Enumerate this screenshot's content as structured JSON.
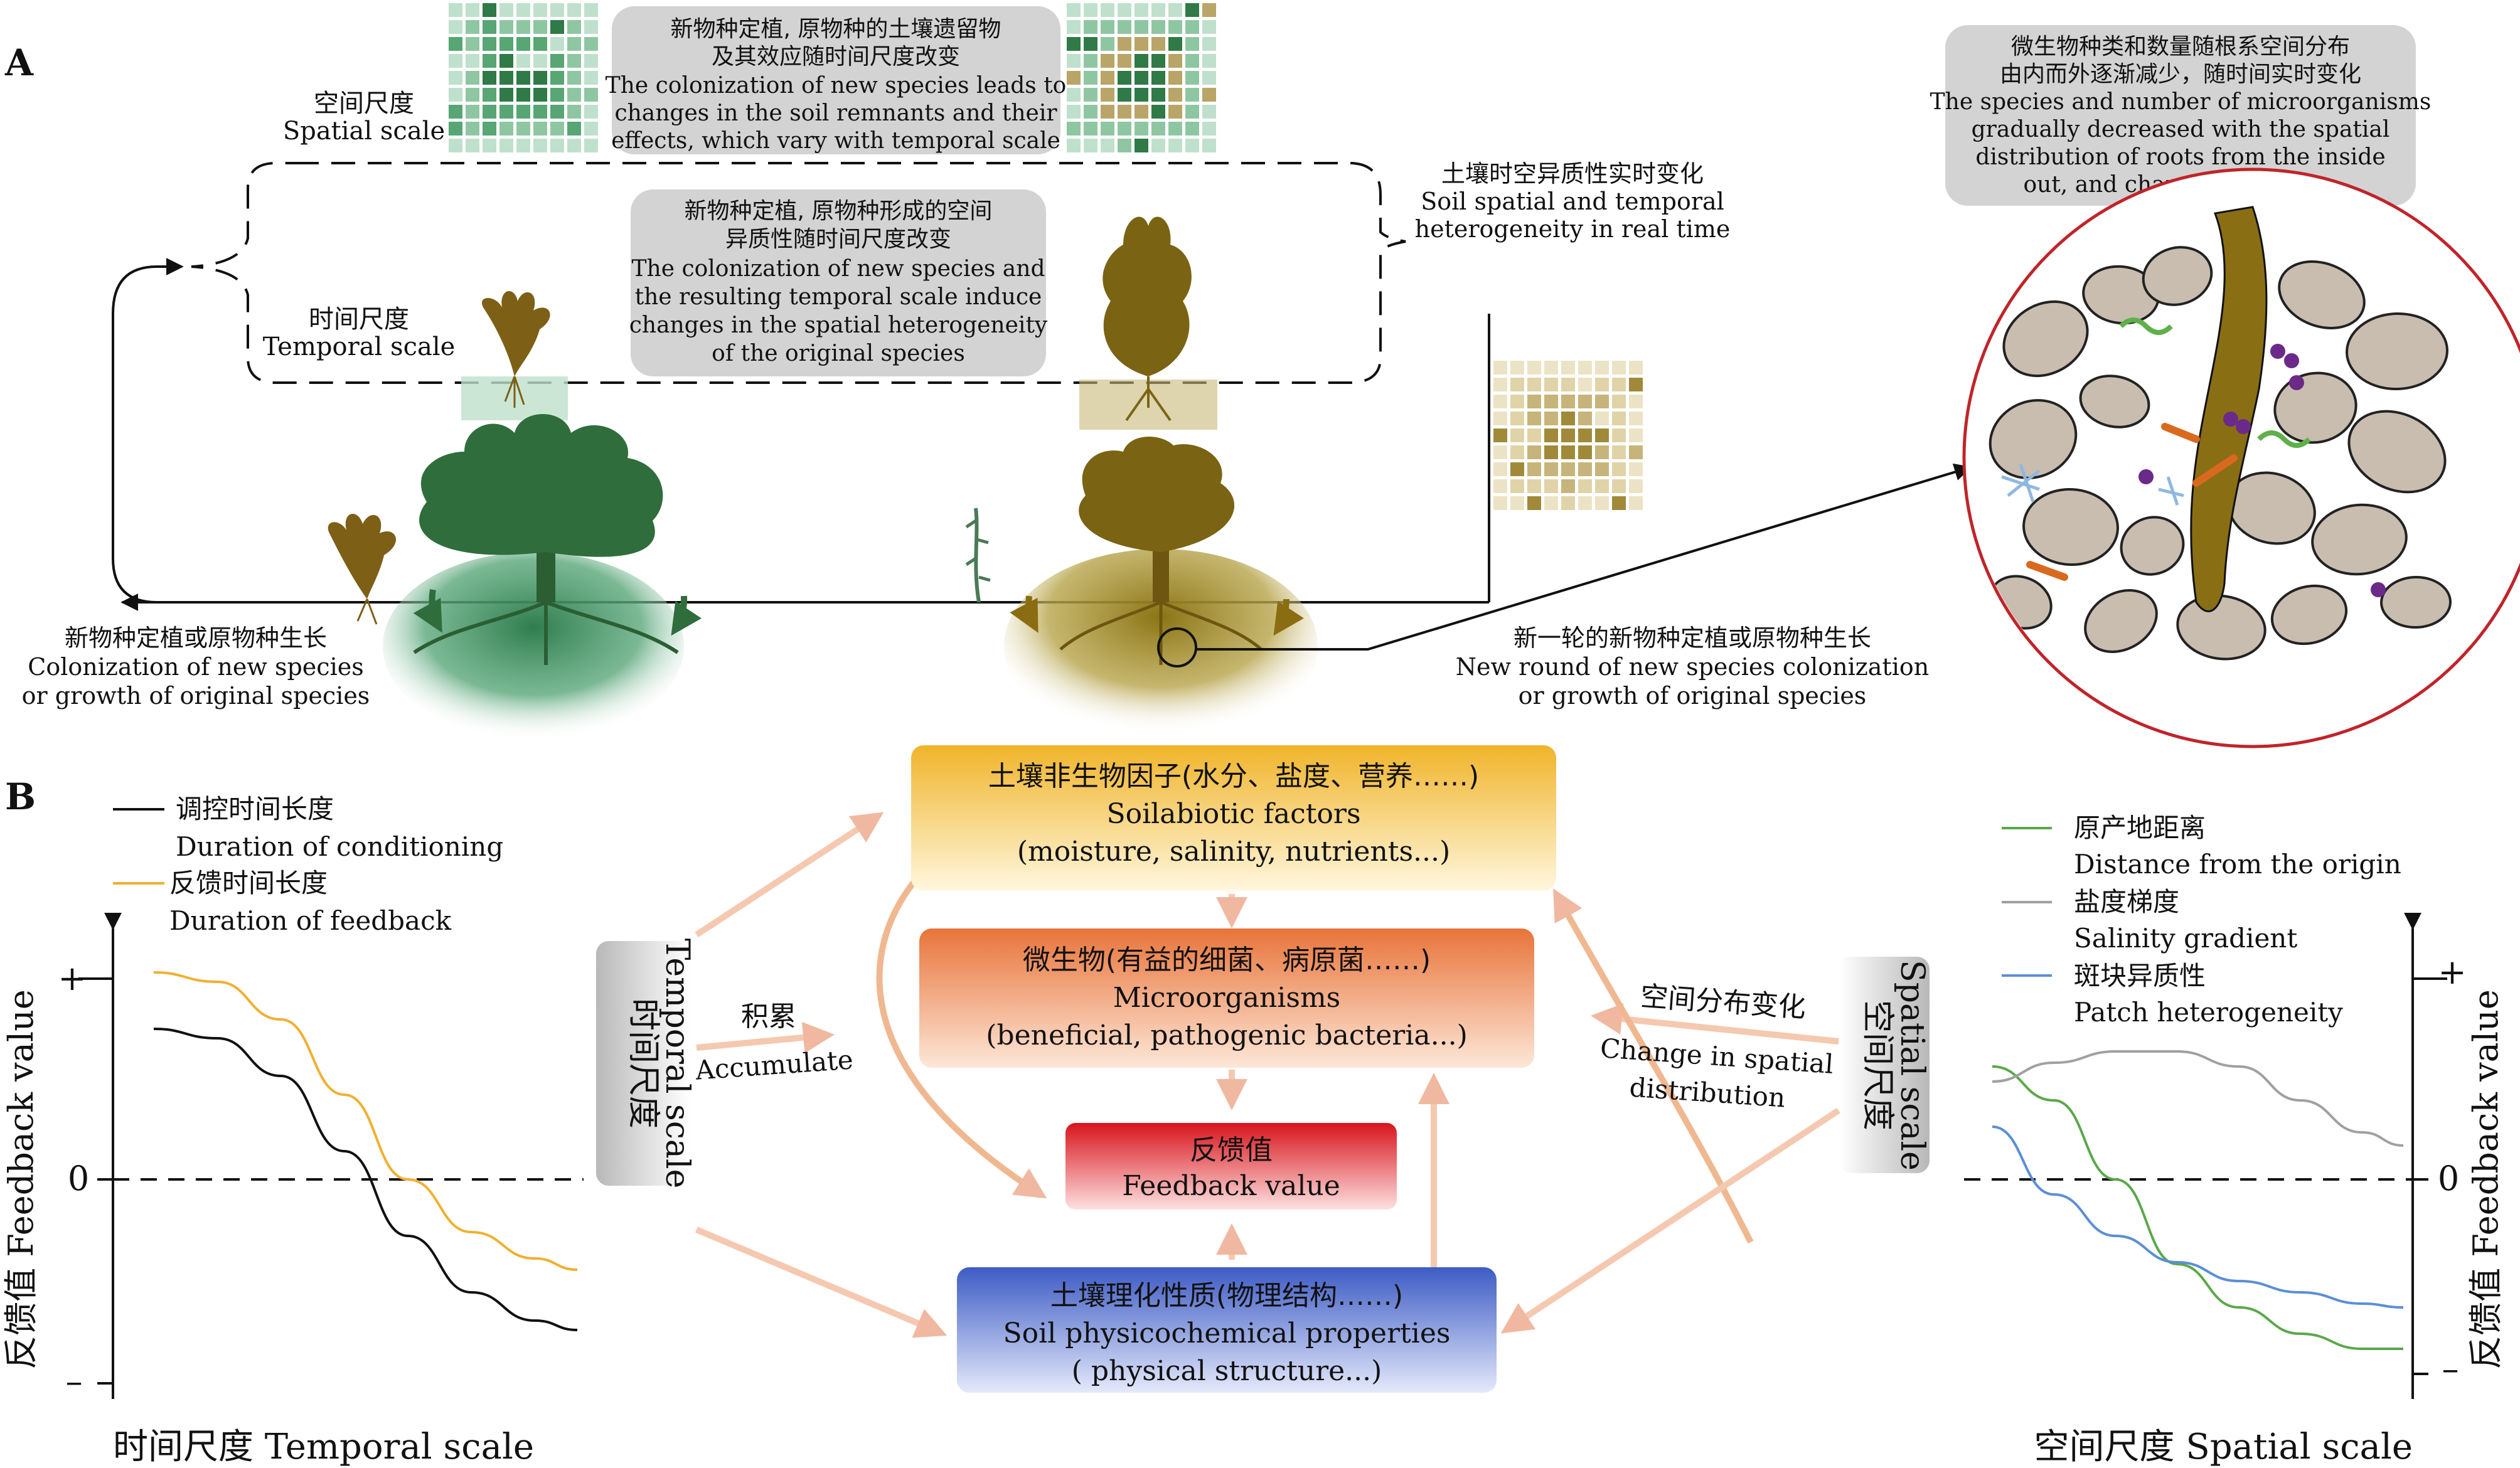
{
  "panel_a": {
    "label": "A",
    "spatial_scale": {
      "zh": "空间尺度",
      "en": "Spatial scale"
    },
    "temporal_scale": {
      "zh": "时间尺度",
      "en": "Temporal scale"
    },
    "remnants_box": {
      "lines": [
        "新物种定植, 原物种的土壤遗留物",
        "及其效应随时间尺度改变",
        "The colonization of new species leads to",
        "changes in the soil remnants and their",
        "effects, which vary with temporal scale"
      ]
    },
    "heterogeneity_box": {
      "lines": [
        "新物种定植, 原物种形成的空间",
        "异质性随时间尺度改变",
        "The colonization of new species and",
        "the resulting temporal scale induce",
        "changes in the spatial heterogeneity",
        "of the original species"
      ]
    },
    "realtime_label": {
      "lines": [
        "土壤时空异质性实时变化",
        "Soil spatial and temporal",
        "heterogeneity in real time"
      ]
    },
    "microbe_box": {
      "lines": [
        "微生物种类和数量随根系空间分布",
        "由内而外逐渐减少，随时间实时变化",
        "The species and number of microorganisms",
        "gradually decreased with the spatial",
        "distribution of roots from the inside",
        "out, and changed with time"
      ]
    },
    "colonization_label": {
      "lines": [
        "新物种定植或原物种生长",
        "Colonization of new species",
        "or growth of original species"
      ]
    },
    "new_round_label": {
      "lines": [
        "新一轮的新物种定植或原物种生长",
        "New round of new species colonization",
        "or growth of original species"
      ]
    }
  },
  "panel_b": {
    "label": "B",
    "left_legend": [
      {
        "zh": "调控时间长度",
        "en": "Duration of conditioning",
        "color": "#111111"
      },
      {
        "zh": "反馈时间长度",
        "en": "Duration of feedback",
        "color": "#f0b030"
      }
    ],
    "right_legend": [
      {
        "zh": "原产地距离",
        "en": "Distance from the origin",
        "color": "#5aa84a"
      },
      {
        "zh": "盐度梯度",
        "en": "Salinity gradient",
        "color": "#a0a0a0"
      },
      {
        "zh": "斑块异质性",
        "en": "Patch heterogeneity",
        "color": "#5b8ed6"
      }
    ],
    "y_axis_left": {
      "zh": "反馈值",
      "en": "Feedback value"
    },
    "y_axis_right": {
      "zh": "反馈值",
      "en": "Feedback value"
    },
    "x_axis_left": "时间尺度 Temporal scale",
    "x_axis_right": "空间尺度 Spatial scale",
    "tick_plus": "+",
    "tick_zero": "0",
    "tick_minus": "–",
    "temporal_tab": {
      "zh": "时间尺度",
      "en": "Temporal scale"
    },
    "spatial_tab": {
      "zh": "空间尺度",
      "en": "Spatial scale"
    },
    "accumulate": {
      "zh": "积累",
      "en": "Accumulate"
    },
    "change_spatial": {
      "zh": "空间分布变化",
      "en1": "Change in spatial",
      "en2": "distribution"
    },
    "abiotic_box": {
      "zh": "土壤非生物因子(水分、盐度、营养……)",
      "en1": "Soilabiotic factors",
      "en2": "(moisture, salinity, nutrients...)"
    },
    "micro_box": {
      "zh": "微生物(有益的细菌、病原菌……)",
      "en1": "Microorganisms",
      "en2": "(beneficial, pathogenic bacteria...)"
    },
    "feedback_box": {
      "zh": "反馈值",
      "en": "Feedback value"
    },
    "soil_box": {
      "zh": "土壤理化性质(物理结构……)",
      "en1": "Soil physicochemical properties",
      "en2": "( physical structure...)"
    }
  },
  "chart_data": [
    {
      "type": "line",
      "xlabel": "时间尺度 Temporal scale",
      "ylabel": "反馈值 Feedback value",
      "series": [
        {
          "name": "调控时间长度 Duration of conditioning",
          "color": "#111111",
          "x": [
            0,
            0.15,
            0.3,
            0.45,
            0.6,
            0.75,
            0.9,
            1.0
          ],
          "y": [
            0.8,
            0.75,
            0.55,
            0.15,
            -0.3,
            -0.6,
            -0.75,
            -0.8
          ]
        },
        {
          "name": "反馈时间长度 Duration of feedback",
          "color": "#f0b030",
          "x": [
            0,
            0.15,
            0.3,
            0.45,
            0.6,
            0.75,
            0.9,
            1.0
          ],
          "y": [
            1.1,
            1.05,
            0.85,
            0.45,
            0.0,
            -0.28,
            -0.42,
            -0.48
          ]
        }
      ]
    },
    {
      "type": "line",
      "xlabel": "空间尺度 Spatial scale",
      "ylabel": "反馈值 Feedback value",
      "series": [
        {
          "name": "原产地距离 Distance from the origin",
          "color": "#5aa84a",
          "x": [
            0,
            0.15,
            0.3,
            0.45,
            0.6,
            0.75,
            0.9,
            1.0
          ],
          "y": [
            0.6,
            0.42,
            0.0,
            -0.45,
            -0.68,
            -0.82,
            -0.9,
            -0.9
          ]
        },
        {
          "name": "盐度梯度 Salinity gradient",
          "color": "#a0a0a0",
          "x": [
            0,
            0.15,
            0.3,
            0.45,
            0.6,
            0.75,
            0.9,
            1.0
          ],
          "y": [
            0.52,
            0.62,
            0.68,
            0.68,
            0.6,
            0.42,
            0.25,
            0.18
          ]
        },
        {
          "name": "斑块异质性 Patch heterogeneity",
          "color": "#5b8ed6",
          "x": [
            0,
            0.15,
            0.3,
            0.45,
            0.6,
            0.75,
            0.9,
            1.0
          ],
          "y": [
            0.28,
            -0.08,
            -0.3,
            -0.44,
            -0.54,
            -0.6,
            -0.66,
            -0.68
          ]
        }
      ]
    }
  ]
}
